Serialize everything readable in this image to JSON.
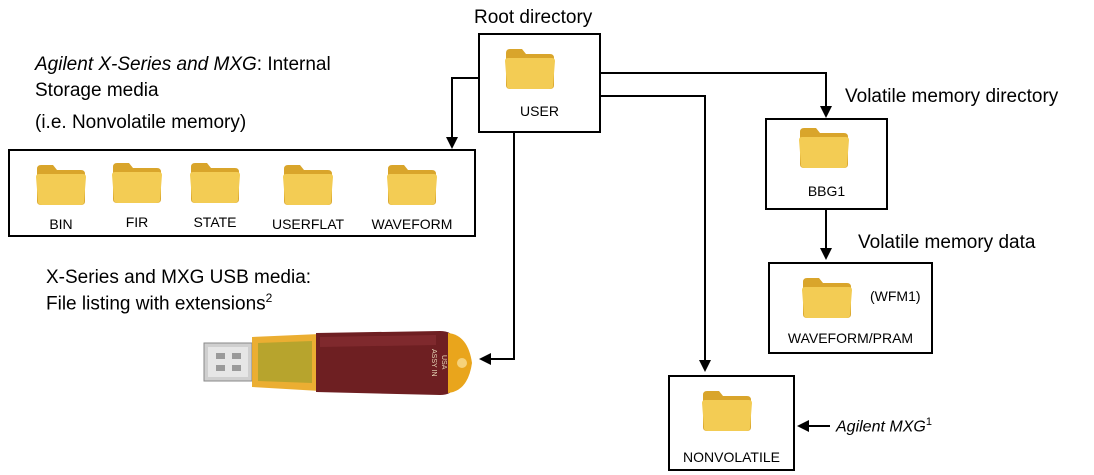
{
  "root": {
    "caption": "Root directory",
    "folder": "USER"
  },
  "internal": {
    "line1_italic": "Agilent X-Series and MXG",
    "line1_rest": ": Internal",
    "line2": "Storage media",
    "line3": "(i.e. Nonvolatile memory)",
    "folders": [
      "BIN",
      "FIR",
      "STATE",
      "USERFLAT",
      "WAVEFORM"
    ]
  },
  "volatile": {
    "caption": "Volatile memory directory",
    "folder": "BBG1",
    "data_caption": "Volatile memory data",
    "data_folder": "WAVEFORM/PRAM",
    "data_file": "(WFM1)"
  },
  "usb": {
    "line1": "X-Series and MXG USB media:",
    "line2": "File listing with extensions",
    "line2_sup": "2",
    "stick_text_1": "ASSY IN",
    "stick_text_2": "USA"
  },
  "nonvolatile": {
    "folder": "NONVOLATILE",
    "note": "Agilent MXG",
    "note_sup": "1"
  },
  "colors": {
    "folder_fill": "#f3cc54",
    "folder_dark": "#d9a52b",
    "stick_body": "#6e1f22",
    "stick_cap": "#e9a51c"
  },
  "icons": [
    "folder-icon",
    "usb-stick-icon",
    "arrow-icon"
  ]
}
